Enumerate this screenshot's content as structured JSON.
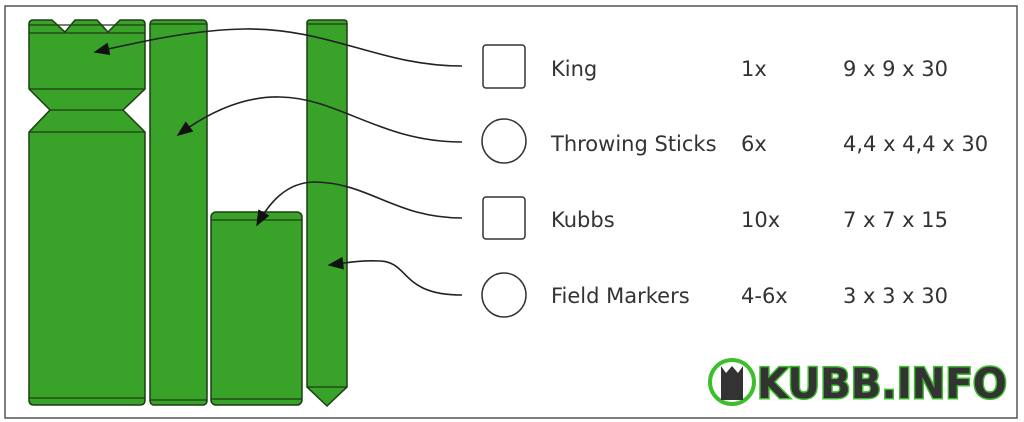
{
  "items": [
    {
      "name": "King",
      "count": "1x",
      "size": "9 x 9 x 30",
      "symbol": "square"
    },
    {
      "name": "Throwing Sticks",
      "count": "6x",
      "size": "4,4 x 4,4 x 30",
      "symbol": "circle"
    },
    {
      "name": "Kubbs",
      "count": "10x",
      "size": "7 x 7 x 15",
      "symbol": "square"
    },
    {
      "name": "Field Markers",
      "count": "4-6x",
      "size": "3 x 3 x 30",
      "symbol": "circle"
    }
  ],
  "logo": {
    "text": "KUBB.INFO"
  },
  "colors": {
    "piece": "#38a229",
    "outline": "#1e3d16",
    "logo_green": "#3bbf2b",
    "text": "#333333"
  }
}
